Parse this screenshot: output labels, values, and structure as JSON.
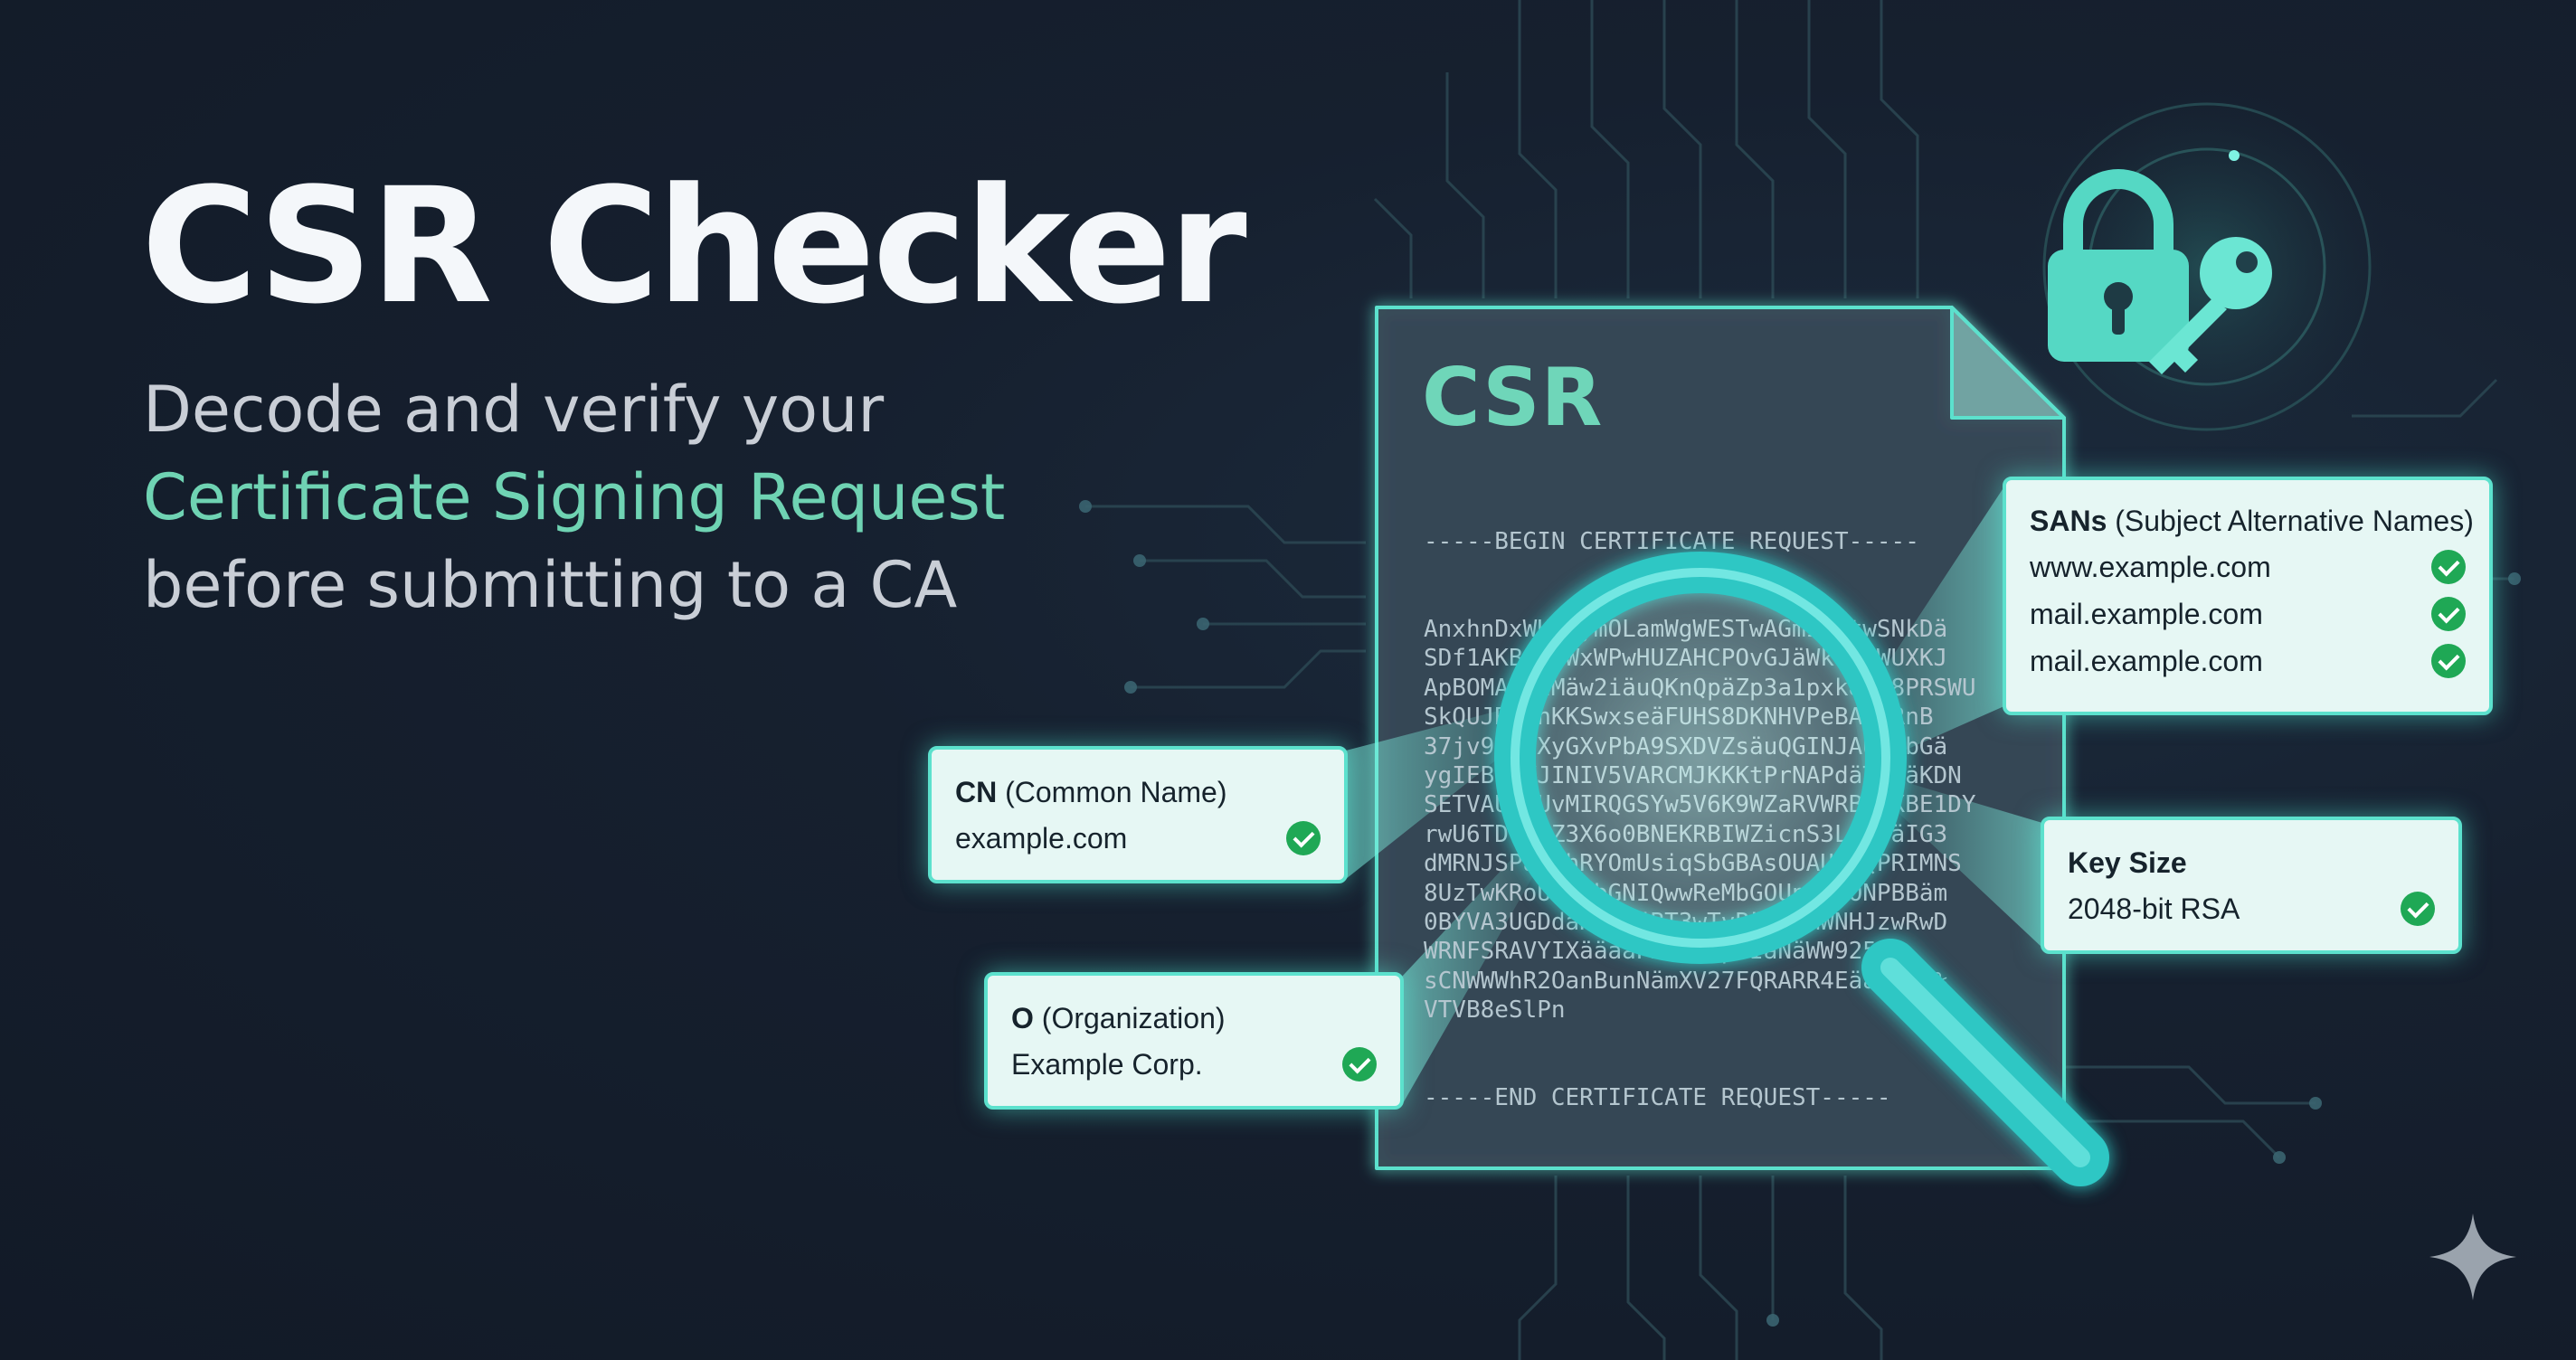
{
  "hero": {
    "title": "CSR Checker",
    "subtitle_line1": "Decode and verify your",
    "subtitle_highlight": "Certificate Signing Request",
    "subtitle_line3": "before submitting to a CA"
  },
  "document": {
    "title": "CSR",
    "begin_line": "-----BEGIN CERTIFICATE REQUEST-----",
    "body_lines": [
      "AnxhnDxWUW2ymOLamWgWESTwAGmImStwSNkDä",
      "SDf1AKBFD0WxWPwHUZAHCPOvGJäWkd2dWUXKJ",
      "ApBOMADJzMäw2iäuQKnQpäZp3a1pxk8Qp8PRSWU",
      "SkQUJRUänKKSwxseäFUHS8DKNHVPeBA2cRnB",
      "37jv9PääXyGXvPbA9SXDVZsäuQGINJAUW1bGä",
      "ygIEBäIXJINIV5VARCMJKKKtPrNAPdäTgNäKDN",
      "SETVAUsuUvMIRQGSYw5V6K9WZaRVWRBAXXBE1DY",
      "rwU6TDVA8Z3X6o0BNEKRBIWZicnS3LGLDäIG3",
      "dMRNJSPäSAhRYOmUsiqSbGBAsOUAUääQPRIMNS",
      "8UzTwKRoUUNVbGNIQwwReMbGOUnääYONPBBäm",
      "0BYVA3UGDdäKFA3äBT3wTvBääääMWNHJzwRwD",
      "WRNFSRAVYIXääääPNBSäwpPIäNäWW9259A",
      "sCNWWWhR2OanBunNämXV27FQRARR4EääNzvR%",
      "VTVB8eSlPn"
    ],
    "end_line": "-----END CERTIFICATE REQUEST-----"
  },
  "cards": {
    "cn": {
      "label": "CN",
      "desc": "(Common Name)",
      "value": "example.com"
    },
    "org": {
      "label": "O",
      "desc": "(Organization)",
      "value": "Example Corp."
    },
    "sans": {
      "label": "SANs",
      "desc": "(Subject Alternative Names)",
      "values": [
        "www.example.com",
        "mail.example.com",
        "mail.example.com"
      ]
    },
    "key": {
      "label": "Key Size",
      "value": "2048-bit RSA"
    }
  },
  "icons": {
    "lock": "padlock-icon",
    "key": "key-icon",
    "magnifier": "magnifying-glass-icon",
    "check": "checkmark-circle-icon",
    "sparkle": "sparkle-icon"
  },
  "colors": {
    "background": "#161f2d",
    "accent": "#5ce1cd",
    "highlight_text": "#6fd3b3",
    "check": "#1fa855"
  }
}
